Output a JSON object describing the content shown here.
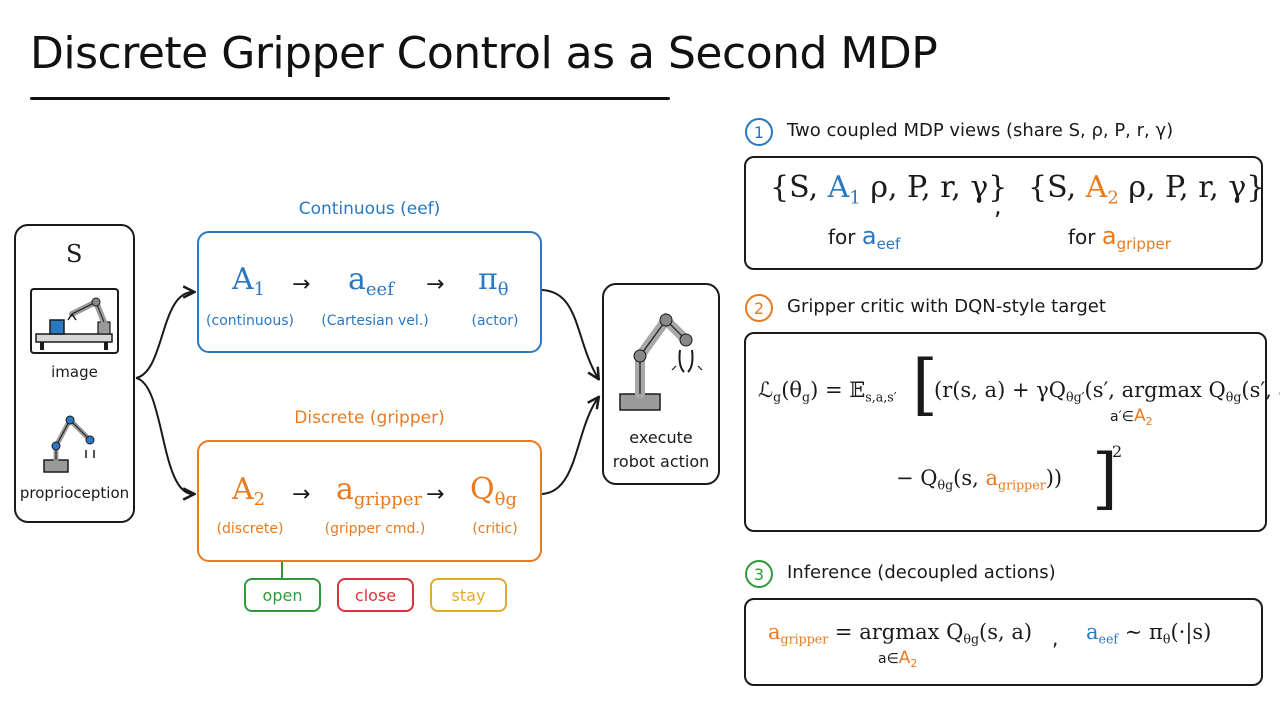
{
  "title": "Discrete Gripper Control as a Second MDP",
  "colors": {
    "blue": "#2a78c2",
    "orange": "#ea7a1e",
    "green": "#2e9b3a",
    "red": "#d9343a",
    "gold": "#e3a92d",
    "ink": "#1a1a1a"
  },
  "state": {
    "label": "S",
    "image_caption": "image",
    "proprio_caption": "proprioception",
    "image_icon": "robot-arm-with-cube-icon",
    "proprio_icon": "robot-arm-joints-icon"
  },
  "continuous": {
    "heading": "Continuous (eef)",
    "action_space": "A",
    "action_space_sub": "1",
    "action_space_note": "(continuous)",
    "action": "a",
    "action_sub": "eef",
    "action_note": "(Cartesian vel.)",
    "policy": "π",
    "policy_sub": "θ",
    "policy_note": "(actor)",
    "arrow": "→"
  },
  "discrete": {
    "heading": "Discrete (gripper)",
    "action_space": "A",
    "action_space_sub": "2",
    "action_space_note": "(discrete)",
    "action": "a",
    "action_sub": "gripper",
    "action_note": "(gripper cmd.)",
    "critic": "Q",
    "critic_sub": "θg",
    "critic_note": "(critic)",
    "arrow": "→",
    "options": [
      "open",
      "close",
      "stay"
    ]
  },
  "execute": {
    "line1": "execute",
    "line2": "robot action",
    "icon": "robot-gripper-icon"
  },
  "steps": [
    {
      "number": "1",
      "title": "Two coupled MDP views (share S, ρ, P, r, γ)"
    },
    {
      "number": "2",
      "title": "Gripper critic with DQN-style target"
    },
    {
      "number": "3",
      "title": "Inference (decoupled actions)"
    }
  ],
  "mdp_views": {
    "left_open": "{S, ",
    "left_A": "A",
    "left_A_sub": "1",
    "left_rest": " ρ, P, r, γ}",
    "left_for": "for ",
    "left_for_a": "a",
    "left_for_sub": "eef",
    "comma": ",",
    "right_open": "{S, ",
    "right_A": "A",
    "right_A_sub": "2",
    "right_rest": " ρ, P, r, γ}",
    "right_for": "for ",
    "right_for_a": "a",
    "right_for_sub": "gripper"
  },
  "loss": {
    "lhs": "ℒ",
    "lhs_sub": "g",
    "lhs_arg": "(θ",
    "lhs_arg_sub": "g",
    "lhs_close": ") = 𝔼",
    "expect_sub": "s,a,s′",
    "open_bracket": "[",
    "term1": "(r(s, a) + γQ",
    "term1_sub": "θg′",
    "target_open": "(s′, argmax Q",
    "target_sub": "θg",
    "target_close": "(s′, a′))",
    "argmax_sub_pre": "a′∈",
    "argmax_sub_A": "A",
    "argmax_sub_A_sub": "2",
    "minus": "− Q",
    "minus_sub": "θg",
    "minus_arg": "(s, ",
    "minus_a": "a",
    "minus_a_sub": "gripper",
    "close": "))",
    "close_bracket": "]",
    "power": "2"
  },
  "inference": {
    "lhs_a": "a",
    "lhs_sub": "gripper",
    "eq": " = argmax Q",
    "q_sub": "θg",
    "args": "(s, a)",
    "argmax_sub_pre": "a∈",
    "argmax_sub_A": "A",
    "argmax_sub_A_sub": "2",
    "comma": ",",
    "rhs_a": "a",
    "rhs_sub": "eef",
    "rhs_rest": " ∼ π",
    "rhs_pi_sub": "θ",
    "rhs_args": "(·|s)"
  }
}
